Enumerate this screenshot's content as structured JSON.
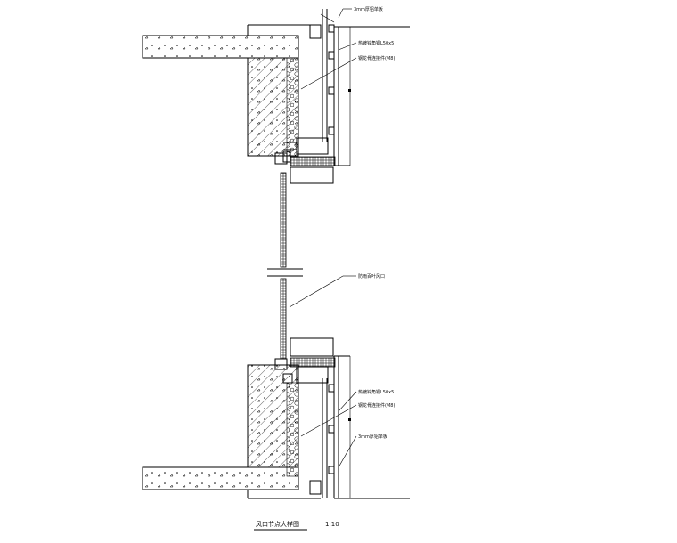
{
  "drawing": {
    "title": "风口节点大样图",
    "scale": "1:10"
  },
  "annotations": {
    "top": {
      "aluminum_plate": "3mm厚铝单板",
      "hot_dip_steel": "热镀锌角钢L50x5",
      "steel_connector": "钢龙骨连接件(M8)"
    },
    "middle": {
      "louver": "防雨百叶风口"
    },
    "bottom": {
      "hot_dip_steel": "热镀锌角钢L50x5",
      "steel_connector": "钢龙骨连接件(M8)",
      "aluminum_plate": "3mm厚铝单板"
    }
  }
}
